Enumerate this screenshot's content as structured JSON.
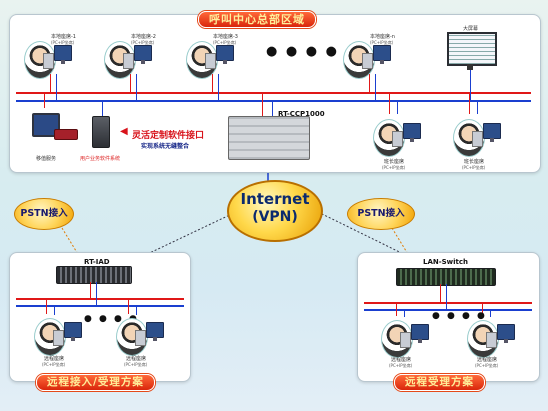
{
  "top_title": "呼叫中心总部区域",
  "agents_top": [
    {
      "label": "本地座席-1",
      "sub": "(PC+IP坐席)"
    },
    {
      "label": "本地座席-2",
      "sub": "(PC+IP坐席)"
    },
    {
      "label": "本地座席-3",
      "sub": "(PC+IP坐席)"
    },
    {
      "label": "本地座席-n",
      "sub": "(PC+IP坐席)"
    }
  ],
  "dots": "● ● ● ● ●",
  "big_screen_label": "大屏幕",
  "ccp_label": "RT-CCP1000",
  "mid_agents": [
    {
      "label": "班长座席",
      "sub": "(PC+IP坐席)"
    },
    {
      "label": "班长座席",
      "sub": "(PC+IP坐席)"
    }
  ],
  "interface_text": "灵活定制软件接口",
  "interface_sub": "实现系统无缝整合",
  "left_labels": {
    "phone_service": "移值服务",
    "user_system": "用户业务软件系统"
  },
  "internet": {
    "line1": "Internet",
    "line2": "(VPN)"
  },
  "pstn_left": "PSTN接入",
  "pstn_right": "PSTN接入",
  "iad_label": "RT-IAD",
  "lan_label": "LAN-Switch",
  "remote_left_agents": [
    {
      "label": "远程座席",
      "sub": "(PC+IP坐席)"
    },
    {
      "label": "远程座席",
      "sub": "(PC+IP坐席)"
    }
  ],
  "remote_right_agents": [
    {
      "label": "远程座席",
      "sub": "(PC+IP坐席)"
    },
    {
      "label": "远程座席",
      "sub": "(PC+IP坐席)"
    }
  ],
  "dots_small": "● ● ● ●",
  "bottom_left_title": "远程接入/受理方案",
  "bottom_right_title": "远程受理方案",
  "colors": {
    "red_bus": "#e01818",
    "blue_bus": "#1a3fd0",
    "ribbon": "#e0380f",
    "cloud": "#ffd84a"
  }
}
